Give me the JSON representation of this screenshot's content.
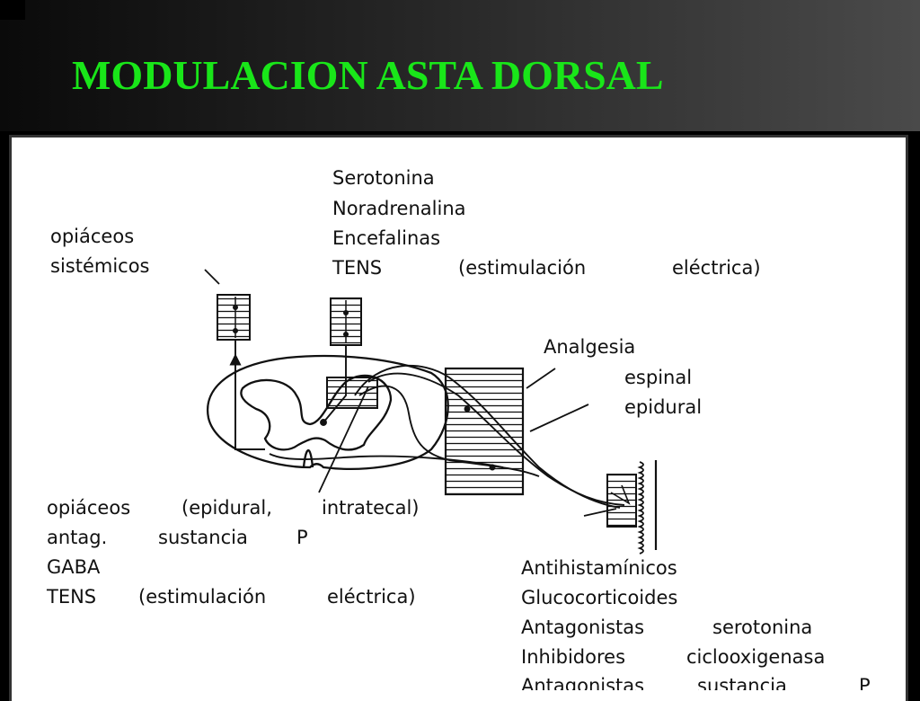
{
  "title": "MODULACION ASTA DORSAL",
  "labels": {
    "systemic": [
      "opiáceos",
      "sistémicos"
    ],
    "descending": [
      "Serotonina",
      "Noradrenalina",
      "Encefalinas",
      "TENS",
      "(estimulación",
      "eléctrica)"
    ],
    "analgesia": [
      "Analgesia",
      "espinal",
      "epidural"
    ],
    "spinal": [
      "opiáceos",
      "(epidural,",
      "intratecal)",
      "antag.",
      "sustancia",
      "P",
      "GABA",
      "TENS",
      "(estimulación",
      "eléctrica)"
    ],
    "peripheral": [
      "Antihistamínicos",
      "Glucocorticoides",
      "Antagonistas",
      "serotonina",
      "Inhibidores",
      "ciclooxigenasa",
      "Antagonistas",
      "sustancia",
      "P"
    ]
  }
}
